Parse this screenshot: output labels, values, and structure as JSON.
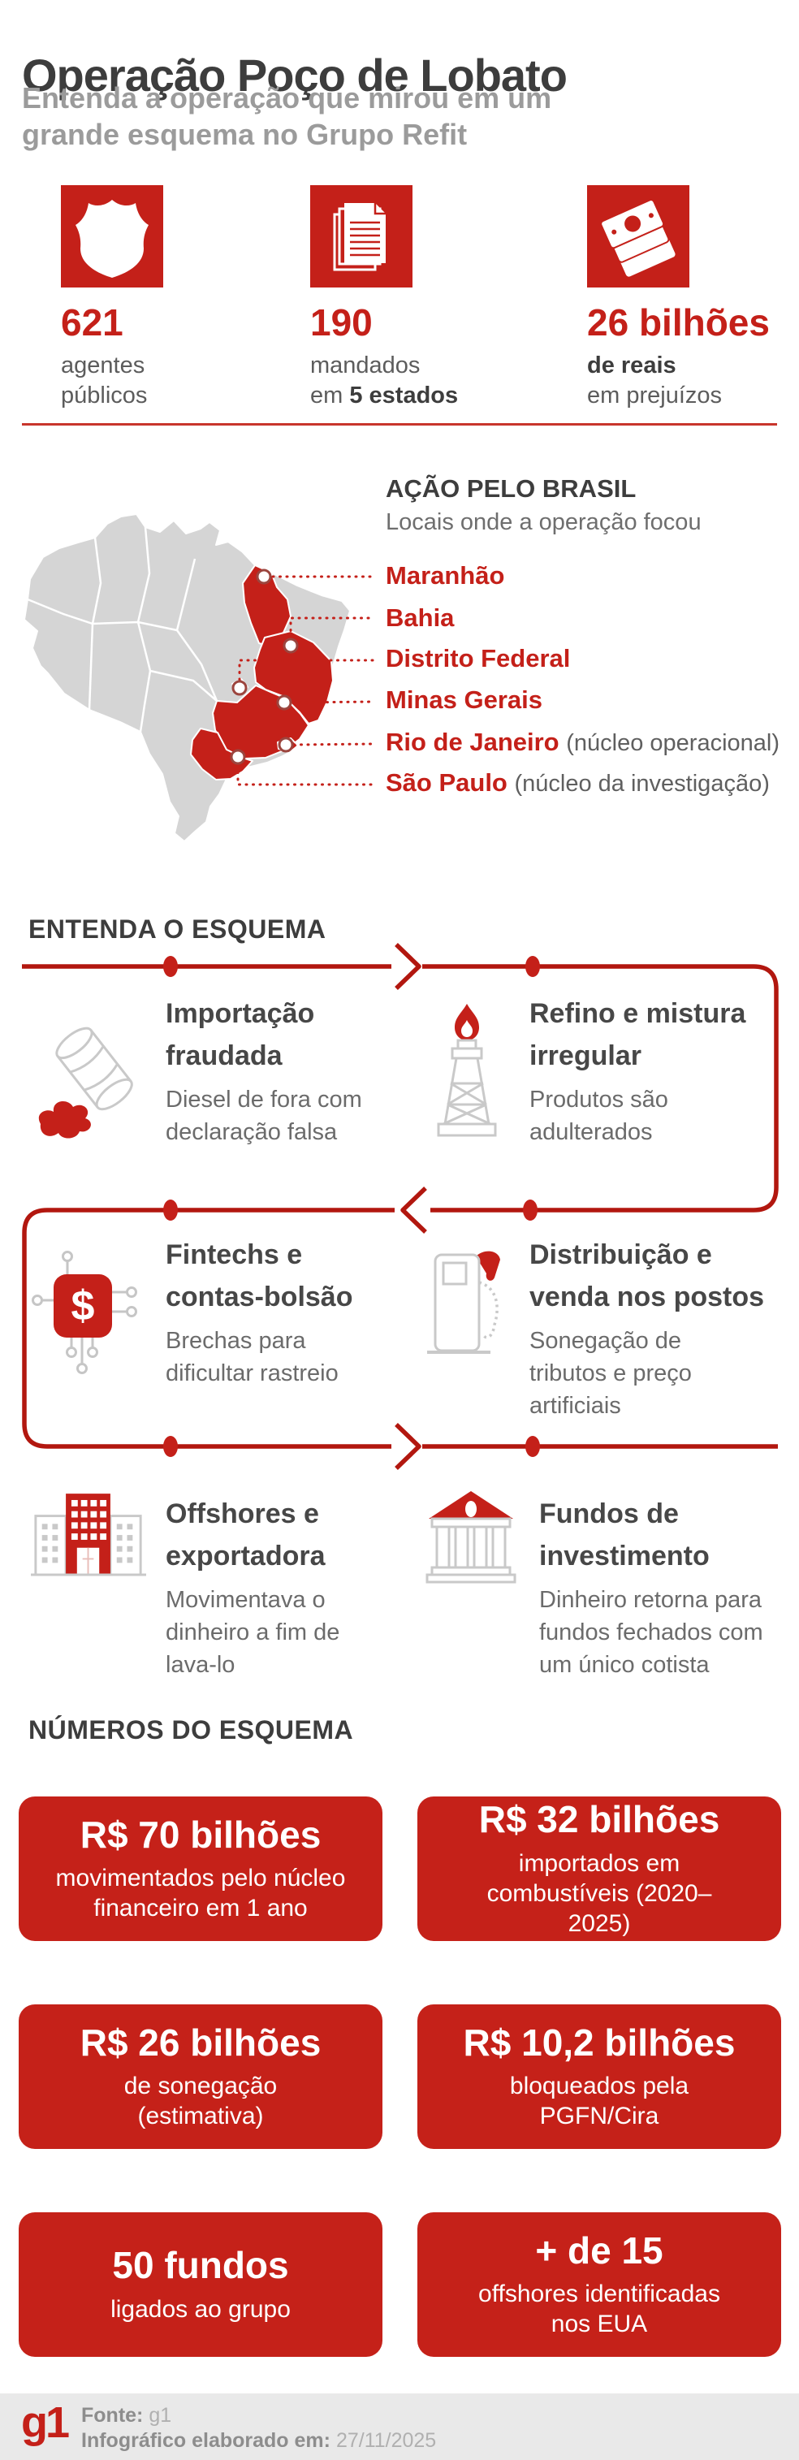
{
  "colors": {
    "accent_red": "#c42019",
    "flow_line_red": "#b2170f",
    "title_dark": "#3d3d3d",
    "body_gray": "#6b6b6b",
    "muted_gray": "#9b9b9b",
    "map_land_gray": "#d5d5d5",
    "footer_bg": "#e9e9e9"
  },
  "header": {
    "title": "Operação Poço de Lobato",
    "subtitle": "Entenda a operação que mirou em um grande esquema no Grupo Refit"
  },
  "stats": [
    {
      "icon": "police-badge-icon",
      "value": "621",
      "line1": "agentes",
      "line2": "públicos"
    },
    {
      "icon": "warrants-documents-icon",
      "value": "190",
      "line1": "mandados",
      "line2_prefix": "em ",
      "line2_bold": "5 estados"
    },
    {
      "icon": "money-bills-icon",
      "value": "26 bilhões",
      "line1_bold": "de reais",
      "line2": "em prejuízos"
    }
  ],
  "map_section": {
    "title": "AÇÃO PELO BRASIL",
    "subtitle": "Locais onde a operação focou",
    "locations": [
      {
        "name": "Maranhão",
        "note": ""
      },
      {
        "name": "Bahia",
        "note": ""
      },
      {
        "name": "Distrito Federal",
        "note": ""
      },
      {
        "name": "Minas Gerais",
        "note": ""
      },
      {
        "name": "Rio de Janeiro",
        "note": "(núcleo operacional)"
      },
      {
        "name": "São Paulo",
        "note": "(núcleo da investigação)"
      }
    ]
  },
  "scheme": {
    "title": "ENTENDA O ESQUEMA",
    "dollar_glyph": "$",
    "steps": [
      {
        "icon": "oil-barrel-spill-icon",
        "title": "Importação fraudada",
        "desc": "Diesel de fora com declaração falsa"
      },
      {
        "icon": "refinery-derrick-flame-icon",
        "title": "Refino e mistura irregular",
        "desc": "Produtos são adulterados"
      },
      {
        "icon": "fintech-dollar-chip-icon",
        "title": "Fintechs e contas-bolsão",
        "desc": "Brechas para dificultar rastreio"
      },
      {
        "icon": "fuel-pump-icon",
        "title": "Distribuição e venda nos postos",
        "desc": "Sonegação de tributos e preço artificiais"
      },
      {
        "icon": "offshore-building-icon",
        "title": "Offshores e exportadora",
        "desc": "Movimentava o dinheiro a fim de lava-lo"
      },
      {
        "icon": "investment-bank-icon",
        "title": "Fundos de investimento",
        "desc": "Dinheiro retorna para fundos fechados com um único cotista"
      }
    ]
  },
  "numbers": {
    "title": "NÚMEROS DO ESQUEMA",
    "boxes": [
      {
        "value": "R$ 70 bilhões",
        "desc": "movimentados pelo núcleo financeiro em 1 ano"
      },
      {
        "value": "R$ 32 bilhões",
        "desc": "importados em combustíveis (2020–2025)"
      },
      {
        "value": "R$ 26 bilhões",
        "desc": "de sonegação (estimativa)"
      },
      {
        "value": "R$ 10,2 bilhões",
        "desc": "bloqueados pela PGFN/Cira"
      },
      {
        "value": "50 fundos",
        "desc": "ligados ao grupo"
      },
      {
        "value": "+ de 15",
        "desc": "offshores identificadas nos EUA"
      }
    ]
  },
  "footer": {
    "logo": "g1",
    "source_label": "Fonte:",
    "source_value": "g1",
    "date_label": "Infográfico elaborado em:",
    "date_value": "27/11/2025"
  }
}
